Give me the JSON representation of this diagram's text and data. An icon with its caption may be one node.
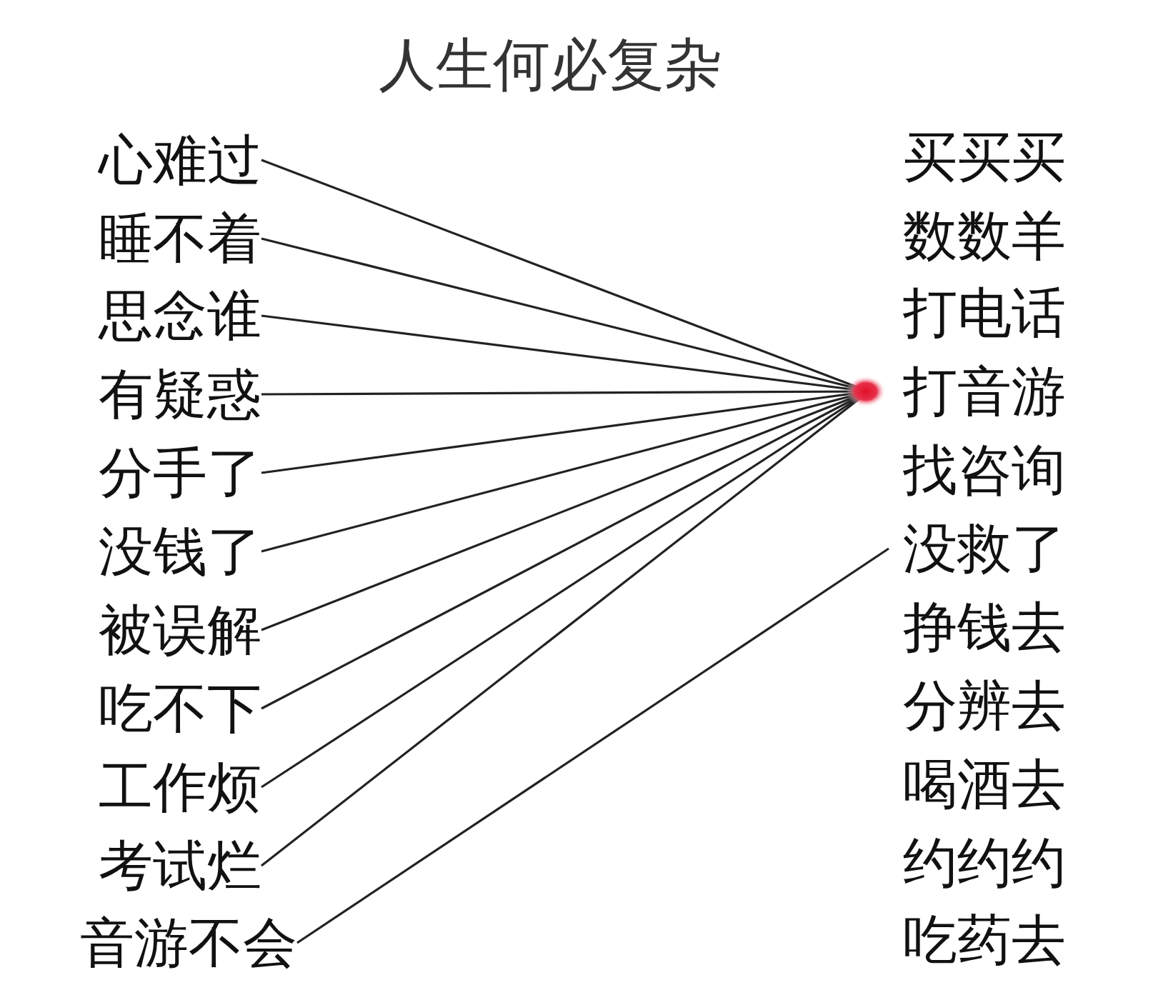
{
  "diagram": {
    "title": "人生何必复杂",
    "nodes": [
      {
        "text": [
          "心难过"
        ]
      },
      {
        "text": [
          "睡不着"
        ]
      },
      {
        "text": [
          "思念谁"
        ]
      },
      {
        "text": [
          "有疑惑"
        ]
      },
      {
        "text": [
          "分手了"
        ]
      },
      {
        "text": [
          "没钱了"
        ]
      },
      {
        "text": [
          "被误解"
        ]
      },
      {
        "text": [
          "吃不下"
        ]
      },
      {
        "text": [
          "工作烦"
        ]
      },
      {
        "text": [
          "考试烂"
        ]
      },
      {
        "text": [
          "音游不会"
        ]
      },
      {
        "text": [
          "买买买"
        ]
      },
      {
        "text": [
          "数数羊"
        ]
      },
      {
        "text": [
          "打电话"
        ]
      },
      {
        "text": [
          "打音游"
        ]
      },
      {
        "text": [
          "找咨询"
        ]
      },
      {
        "text": [
          "没救了"
        ]
      },
      {
        "text": [
          "挣钱去"
        ]
      },
      {
        "text": [
          "分辨去"
        ]
      },
      {
        "text": [
          "喝酒去"
        ]
      },
      {
        "text": [
          "约约约"
        ]
      },
      {
        "text": [
          "吃药去"
        ]
      }
    ],
    "edges": [
      {
        "from": 0,
        "to": 14,
        "arrow": "none"
      },
      {
        "from": 1,
        "to": 14,
        "arrow": "none"
      },
      {
        "from": 2,
        "to": 14,
        "arrow": "none"
      },
      {
        "from": 3,
        "to": 14,
        "arrow": "none"
      },
      {
        "from": 4,
        "to": 14,
        "arrow": "none"
      },
      {
        "from": 5,
        "to": 14,
        "arrow": "none"
      },
      {
        "from": 6,
        "to": 14,
        "arrow": "none"
      },
      {
        "from": 7,
        "to": 14,
        "arrow": "none"
      },
      {
        "from": 8,
        "to": 14,
        "arrow": "none"
      },
      {
        "from": 9,
        "to": 14,
        "arrow": "none"
      },
      {
        "from": 10,
        "to": 16,
        "arrow": "none"
      }
    ]
  }
}
